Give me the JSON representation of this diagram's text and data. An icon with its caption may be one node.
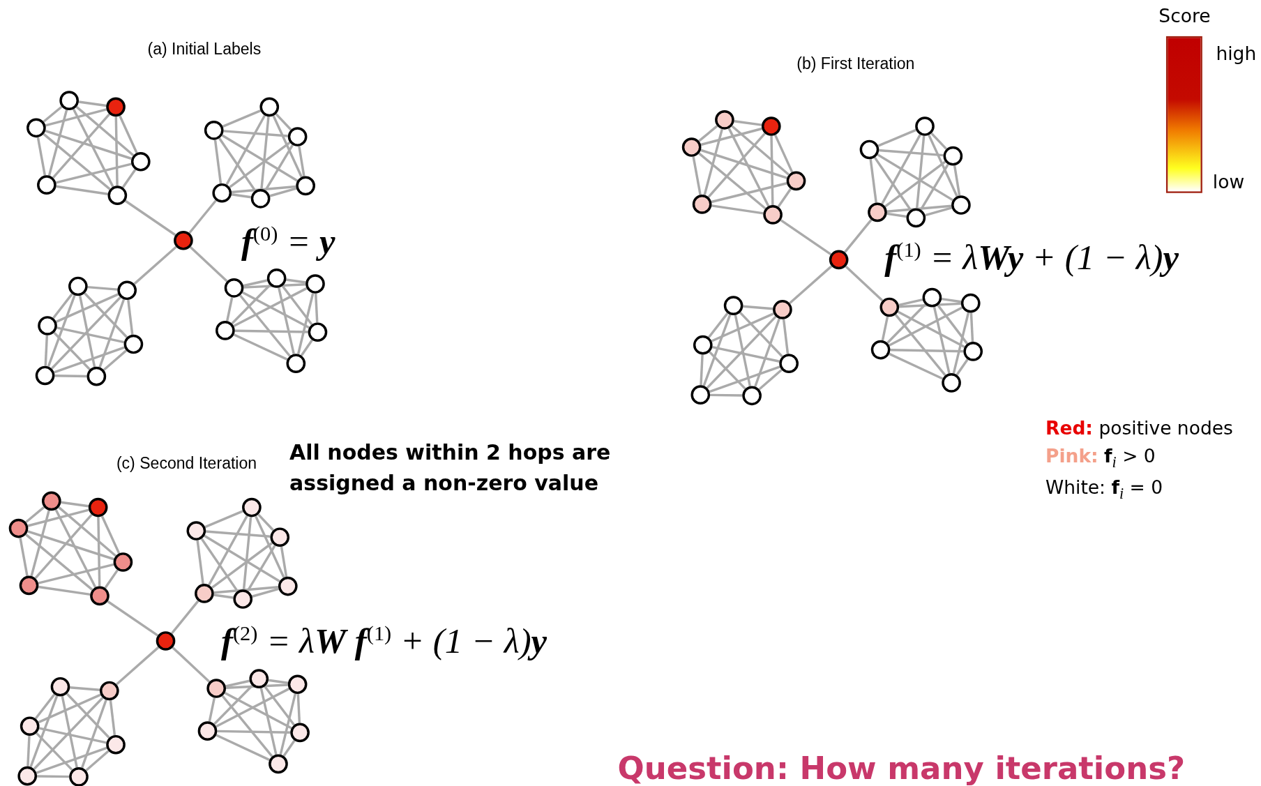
{
  "diagram": {
    "nodes": [
      {
        "text": [],
        "shape": "circle"
      },
      {
        "text": [],
        "shape": "circle"
      },
      {
        "text": [],
        "shape": "circle"
      },
      {
        "text": [],
        "shape": "circle"
      },
      {
        "text": [],
        "shape": "circle"
      },
      {
        "text": [],
        "shape": "circle"
      },
      {
        "text": [],
        "shape": "circle"
      },
      {
        "text": [],
        "shape": "circle"
      },
      {
        "text": [],
        "shape": "circle"
      },
      {
        "text": [],
        "shape": "circle"
      },
      {
        "text": [],
        "shape": "circle"
      },
      {
        "text": [],
        "shape": "circle"
      },
      {
        "text": [],
        "shape": "circle"
      },
      {
        "text": [],
        "shape": "circle"
      },
      {
        "text": [],
        "shape": "circle"
      },
      {
        "text": [],
        "shape": "circle"
      },
      {
        "text": [],
        "shape": "circle"
      },
      {
        "text": [],
        "shape": "circle"
      },
      {
        "text": [],
        "shape": "circle"
      },
      {
        "text": [],
        "shape": "circle"
      },
      {
        "text": [],
        "shape": "circle"
      },
      {
        "text": [],
        "shape": "circle"
      },
      {
        "text": [],
        "shape": "circle"
      },
      {
        "text": [],
        "shape": "circle"
      },
      {
        "text": [],
        "shape": "circle"
      },
      {
        "text": [],
        "shape": "circle"
      },
      {
        "text": [],
        "shape": "circle"
      },
      {
        "text": [],
        "shape": "circle"
      },
      {
        "text": [],
        "shape": "circle"
      },
      {
        "text": [],
        "shape": "circle"
      },
      {
        "text": [],
        "shape": "circle"
      },
      {
        "text": [],
        "shape": "circle"
      },
      {
        "text": [],
        "shape": "circle"
      },
      {
        "text": [],
        "shape": "circle"
      },
      {
        "text": [],
        "shape": "circle"
      },
      {
        "text": [],
        "shape": "circle"
      },
      {
        "text": [],
        "shape": "circle"
      },
      {
        "text": [],
        "shape": "circle"
      },
      {
        "text": [],
        "shape": "circle"
      },
      {
        "text": [],
        "shape": "circle"
      },
      {
        "text": [],
        "shape": "circle"
      },
      {
        "text": [],
        "shape": "circle"
      },
      {
        "text": [],
        "shape": "circle"
      },
      {
        "text": [],
        "shape": "circle"
      },
      {
        "text": [],
        "shape": "circle"
      },
      {
        "text": [],
        "shape": "circle"
      },
      {
        "text": [],
        "shape": "circle"
      },
      {
        "text": [],
        "shape": "circle"
      },
      {
        "text": [],
        "shape": "circle"
      },
      {
        "text": [],
        "shape": "circle"
      },
      {
        "text": [],
        "shape": "circle"
      },
      {
        "text": [],
        "shape": "circle"
      },
      {
        "text": [],
        "shape": "circle"
      },
      {
        "text": [],
        "shape": "circle"
      },
      {
        "text": [],
        "shape": "circle"
      },
      {
        "text": [],
        "shape": "circle"
      },
      {
        "text": [],
        "shape": "circle"
      },
      {
        "text": [],
        "shape": "circle"
      },
      {
        "text": [],
        "shape": "circle"
      },
      {
        "text": [],
        "shape": "circle"
      },
      {
        "text": [],
        "shape": "circle"
      },
      {
        "text": [],
        "shape": "circle"
      },
      {
        "text": [],
        "shape": "circle"
      },
      {
        "text": [],
        "shape": "circle"
      },
      {
        "text": [],
        "shape": "circle"
      },
      {
        "text": [],
        "shape": "circle"
      },
      {
        "text": [],
        "shape": "circle"
      },
      {
        "text": [],
        "shape": "circle"
      },
      {
        "text": [],
        "shape": "circle"
      },
      {
        "text": [],
        "shape": "circle"
      },
      {
        "text": [],
        "shape": "circle"
      },
      {
        "text": [],
        "shape": "circle"
      },
      {
        "text": [],
        "shape": "circle"
      },
      {
        "text": [],
        "shape": "circle"
      },
      {
        "text": [],
        "shape": "circle"
      },
      {
        "text": [],
        "shape": "bar",
        "beside": [
          "Score",
          "high",
          "low"
        ]
      }
    ],
    "edges": [
      {
        "from": 0,
        "to": 4,
        "arrow": "none"
      },
      {
        "from": 0,
        "to": 11,
        "arrow": "none"
      },
      {
        "from": 0,
        "to": 14,
        "arrow": "none"
      },
      {
        "from": 0,
        "to": 24,
        "arrow": "none"
      },
      {
        "from": 1,
        "to": 2,
        "arrow": "none"
      },
      {
        "from": 1,
        "to": 3,
        "arrow": "none"
      },
      {
        "from": 1,
        "to": 4,
        "arrow": "none"
      },
      {
        "from": 1,
        "to": 5,
        "arrow": "none"
      },
      {
        "from": 1,
        "to": 6,
        "arrow": "none"
      },
      {
        "from": 2,
        "to": 3,
        "arrow": "none"
      },
      {
        "from": 2,
        "to": 4,
        "arrow": "none"
      },
      {
        "from": 2,
        "to": 5,
        "arrow": "none"
      },
      {
        "from": 2,
        "to": 6,
        "arrow": "none"
      },
      {
        "from": 3,
        "to": 4,
        "arrow": "none"
      },
      {
        "from": 3,
        "to": 5,
        "arrow": "none"
      },
      {
        "from": 3,
        "to": 6,
        "arrow": "none"
      },
      {
        "from": 4,
        "to": 5,
        "arrow": "none"
      },
      {
        "from": 4,
        "to": 6,
        "arrow": "none"
      },
      {
        "from": 5,
        "to": 6,
        "arrow": "none"
      },
      {
        "from": 7,
        "to": 8,
        "arrow": "none"
      },
      {
        "from": 7,
        "to": 9,
        "arrow": "none"
      },
      {
        "from": 7,
        "to": 10,
        "arrow": "none"
      },
      {
        "from": 7,
        "to": 11,
        "arrow": "none"
      },
      {
        "from": 7,
        "to": 12,
        "arrow": "none"
      },
      {
        "from": 8,
        "to": 9,
        "arrow": "none"
      },
      {
        "from": 8,
        "to": 10,
        "arrow": "none"
      },
      {
        "from": 8,
        "to": 11,
        "arrow": "none"
      },
      {
        "from": 8,
        "to": 12,
        "arrow": "none"
      },
      {
        "from": 9,
        "to": 10,
        "arrow": "none"
      },
      {
        "from": 9,
        "to": 11,
        "arrow": "none"
      },
      {
        "from": 9,
        "to": 12,
        "arrow": "none"
      },
      {
        "from": 10,
        "to": 11,
        "arrow": "none"
      },
      {
        "from": 10,
        "to": 12,
        "arrow": "none"
      },
      {
        "from": 11,
        "to": 12,
        "arrow": "none"
      },
      {
        "from": 13,
        "to": 14,
        "arrow": "none"
      },
      {
        "from": 13,
        "to": 15,
        "arrow": "none"
      },
      {
        "from": 13,
        "to": 16,
        "arrow": "none"
      },
      {
        "from": 13,
        "to": 17,
        "arrow": "none"
      },
      {
        "from": 13,
        "to": 18,
        "arrow": "none"
      },
      {
        "from": 14,
        "to": 15,
        "arrow": "none"
      },
      {
        "from": 14,
        "to": 16,
        "arrow": "none"
      },
      {
        "from": 14,
        "to": 17,
        "arrow": "none"
      },
      {
        "from": 14,
        "to": 18,
        "arrow": "none"
      },
      {
        "from": 15,
        "to": 16,
        "arrow": "none"
      },
      {
        "from": 15,
        "to": 17,
        "arrow": "none"
      },
      {
        "from": 15,
        "to": 18,
        "arrow": "none"
      },
      {
        "from": 16,
        "to": 17,
        "arrow": "none"
      },
      {
        "from": 16,
        "to": 18,
        "arrow": "none"
      },
      {
        "from": 17,
        "to": 18,
        "arrow": "none"
      },
      {
        "from": 19,
        "to": 20,
        "arrow": "none"
      },
      {
        "from": 19,
        "to": 21,
        "arrow": "none"
      },
      {
        "from": 19,
        "to": 22,
        "arrow": "none"
      },
      {
        "from": 19,
        "to": 23,
        "arrow": "none"
      },
      {
        "from": 19,
        "to": 24,
        "arrow": "none"
      },
      {
        "from": 20,
        "to": 21,
        "arrow": "none"
      },
      {
        "from": 20,
        "to": 22,
        "arrow": "none"
      },
      {
        "from": 20,
        "to": 23,
        "arrow": "none"
      },
      {
        "from": 20,
        "to": 24,
        "arrow": "none"
      },
      {
        "from": 21,
        "to": 22,
        "arrow": "none"
      },
      {
        "from": 21,
        "to": 23,
        "arrow": "none"
      },
      {
        "from": 21,
        "to": 24,
        "arrow": "none"
      },
      {
        "from": 22,
        "to": 23,
        "arrow": "none"
      },
      {
        "from": 22,
        "to": 24,
        "arrow": "none"
      },
      {
        "from": 23,
        "to": 24,
        "arrow": "none"
      },
      {
        "from": 25,
        "to": 29,
        "arrow": "none"
      },
      {
        "from": 25,
        "to": 36,
        "arrow": "none"
      },
      {
        "from": 25,
        "to": 39,
        "arrow": "none"
      },
      {
        "from": 25,
        "to": 49,
        "arrow": "none"
      },
      {
        "from": 26,
        "to": 27,
        "arrow": "none"
      },
      {
        "from": 26,
        "to": 28,
        "arrow": "none"
      },
      {
        "from": 26,
        "to": 29,
        "arrow": "none"
      },
      {
        "from": 26,
        "to": 30,
        "arrow": "none"
      },
      {
        "from": 26,
        "to": 31,
        "arrow": "none"
      },
      {
        "from": 27,
        "to": 28,
        "arrow": "none"
      },
      {
        "from": 27,
        "to": 29,
        "arrow": "none"
      },
      {
        "from": 27,
        "to": 30,
        "arrow": "none"
      },
      {
        "from": 27,
        "to": 31,
        "arrow": "none"
      },
      {
        "from": 28,
        "to": 29,
        "arrow": "none"
      },
      {
        "from": 28,
        "to": 30,
        "arrow": "none"
      },
      {
        "from": 28,
        "to": 31,
        "arrow": "none"
      },
      {
        "from": 29,
        "to": 30,
        "arrow": "none"
      },
      {
        "from": 29,
        "to": 31,
        "arrow": "none"
      },
      {
        "from": 30,
        "to": 31,
        "arrow": "none"
      },
      {
        "from": 32,
        "to": 33,
        "arrow": "none"
      },
      {
        "from": 32,
        "to": 34,
        "arrow": "none"
      },
      {
        "from": 32,
        "to": 35,
        "arrow": "none"
      },
      {
        "from": 32,
        "to": 36,
        "arrow": "none"
      },
      {
        "from": 32,
        "to": 37,
        "arrow": "none"
      },
      {
        "from": 33,
        "to": 34,
        "arrow": "none"
      },
      {
        "from": 33,
        "to": 35,
        "arrow": "none"
      },
      {
        "from": 33,
        "to": 36,
        "arrow": "none"
      },
      {
        "from": 33,
        "to": 37,
        "arrow": "none"
      },
      {
        "from": 34,
        "to": 35,
        "arrow": "none"
      },
      {
        "from": 34,
        "to": 36,
        "arrow": "none"
      },
      {
        "from": 34,
        "to": 37,
        "arrow": "none"
      },
      {
        "from": 35,
        "to": 36,
        "arrow": "none"
      },
      {
        "from": 35,
        "to": 37,
        "arrow": "none"
      },
      {
        "from": 36,
        "to": 37,
        "arrow": "none"
      },
      {
        "from": 38,
        "to": 39,
        "arrow": "none"
      },
      {
        "from": 38,
        "to": 40,
        "arrow": "none"
      },
      {
        "from": 38,
        "to": 41,
        "arrow": "none"
      },
      {
        "from": 38,
        "to": 42,
        "arrow": "none"
      },
      {
        "from": 38,
        "to": 43,
        "arrow": "none"
      },
      {
        "from": 39,
        "to": 40,
        "arrow": "none"
      },
      {
        "from": 39,
        "to": 41,
        "arrow": "none"
      },
      {
        "from": 39,
        "to": 42,
        "arrow": "none"
      },
      {
        "from": 39,
        "to": 43,
        "arrow": "none"
      },
      {
        "from": 40,
        "to": 41,
        "arrow": "none"
      },
      {
        "from": 40,
        "to": 42,
        "arrow": "none"
      },
      {
        "from": 40,
        "to": 43,
        "arrow": "none"
      },
      {
        "from": 41,
        "to": 42,
        "arrow": "none"
      },
      {
        "from": 41,
        "to": 43,
        "arrow": "none"
      },
      {
        "from": 42,
        "to": 43,
        "arrow": "none"
      },
      {
        "from": 44,
        "to": 45,
        "arrow": "none"
      },
      {
        "from": 44,
        "to": 46,
        "arrow": "none"
      },
      {
        "from": 44,
        "to": 47,
        "arrow": "none"
      },
      {
        "from": 44,
        "to": 48,
        "arrow": "none"
      },
      {
        "from": 44,
        "to": 49,
        "arrow": "none"
      },
      {
        "from": 45,
        "to": 46,
        "arrow": "none"
      },
      {
        "from": 45,
        "to": 47,
        "arrow": "none"
      },
      {
        "from": 45,
        "to": 48,
        "arrow": "none"
      },
      {
        "from": 45,
        "to": 49,
        "arrow": "none"
      },
      {
        "from": 46,
        "to": 47,
        "arrow": "none"
      },
      {
        "from": 46,
        "to": 48,
        "arrow": "none"
      },
      {
        "from": 46,
        "to": 49,
        "arrow": "none"
      },
      {
        "from": 47,
        "to": 48,
        "arrow": "none"
      },
      {
        "from": 47,
        "to": 49,
        "arrow": "none"
      },
      {
        "from": 48,
        "to": 49,
        "arrow": "none"
      },
      {
        "from": 50,
        "to": 54,
        "arrow": "none"
      },
      {
        "from": 50,
        "to": 61,
        "arrow": "none"
      },
      {
        "from": 50,
        "to": 64,
        "arrow": "none"
      },
      {
        "from": 50,
        "to": 74,
        "arrow": "none"
      },
      {
        "from": 51,
        "to": 52,
        "arrow": "none"
      },
      {
        "from": 51,
        "to": 53,
        "arrow": "none"
      },
      {
        "from": 51,
        "to": 54,
        "arrow": "none"
      },
      {
        "from": 51,
        "to": 55,
        "arrow": "none"
      },
      {
        "from": 51,
        "to": 56,
        "arrow": "none"
      },
      {
        "from": 52,
        "to": 53,
        "arrow": "none"
      },
      {
        "from": 52,
        "to": 54,
        "arrow": "none"
      },
      {
        "from": 52,
        "to": 55,
        "arrow": "none"
      },
      {
        "from": 52,
        "to": 56,
        "arrow": "none"
      },
      {
        "from": 53,
        "to": 54,
        "arrow": "none"
      },
      {
        "from": 53,
        "to": 55,
        "arrow": "none"
      },
      {
        "from": 53,
        "to": 56,
        "arrow": "none"
      },
      {
        "from": 54,
        "to": 55,
        "arrow": "none"
      },
      {
        "from": 54,
        "to": 56,
        "arrow": "none"
      },
      {
        "from": 55,
        "to": 56,
        "arrow": "none"
      },
      {
        "from": 57,
        "to": 58,
        "arrow": "none"
      },
      {
        "from": 57,
        "to": 59,
        "arrow": "none"
      },
      {
        "from": 57,
        "to": 60,
        "arrow": "none"
      },
      {
        "from": 57,
        "to": 61,
        "arrow": "none"
      },
      {
        "from": 57,
        "to": 62,
        "arrow": "none"
      },
      {
        "from": 58,
        "to": 59,
        "arrow": "none"
      },
      {
        "from": 58,
        "to": 60,
        "arrow": "none"
      },
      {
        "from": 58,
        "to": 61,
        "arrow": "none"
      },
      {
        "from": 58,
        "to": 62,
        "arrow": "none"
      },
      {
        "from": 59,
        "to": 60,
        "arrow": "none"
      },
      {
        "from": 59,
        "to": 61,
        "arrow": "none"
      },
      {
        "from": 59,
        "to": 62,
        "arrow": "none"
      },
      {
        "from": 60,
        "to": 61,
        "arrow": "none"
      },
      {
        "from": 60,
        "to": 62,
        "arrow": "none"
      },
      {
        "from": 61,
        "to": 62,
        "arrow": "none"
      },
      {
        "from": 63,
        "to": 64,
        "arrow": "none"
      },
      {
        "from": 63,
        "to": 65,
        "arrow": "none"
      },
      {
        "from": 63,
        "to": 66,
        "arrow": "none"
      },
      {
        "from": 63,
        "to": 67,
        "arrow": "none"
      },
      {
        "from": 63,
        "to": 68,
        "arrow": "none"
      },
      {
        "from": 64,
        "to": 65,
        "arrow": "none"
      },
      {
        "from": 64,
        "to": 66,
        "arrow": "none"
      },
      {
        "from": 64,
        "to": 67,
        "arrow": "none"
      },
      {
        "from": 64,
        "to": 68,
        "arrow": "none"
      },
      {
        "from": 65,
        "to": 66,
        "arrow": "none"
      },
      {
        "from": 65,
        "to": 67,
        "arrow": "none"
      },
      {
        "from": 65,
        "to": 68,
        "arrow": "none"
      },
      {
        "from": 66,
        "to": 67,
        "arrow": "none"
      },
      {
        "from": 66,
        "to": 68,
        "arrow": "none"
      },
      {
        "from": 67,
        "to": 68,
        "arrow": "none"
      },
      {
        "from": 69,
        "to": 70,
        "arrow": "none"
      },
      {
        "from": 69,
        "to": 71,
        "arrow": "none"
      },
      {
        "from": 69,
        "to": 72,
        "arrow": "none"
      },
      {
        "from": 69,
        "to": 73,
        "arrow": "none"
      },
      {
        "from": 69,
        "to": 74,
        "arrow": "none"
      },
      {
        "from": 70,
        "to": 71,
        "arrow": "none"
      },
      {
        "from": 70,
        "to": 72,
        "arrow": "none"
      },
      {
        "from": 70,
        "to": 73,
        "arrow": "none"
      },
      {
        "from": 70,
        "to": 74,
        "arrow": "none"
      },
      {
        "from": 71,
        "to": 72,
        "arrow": "none"
      },
      {
        "from": 71,
        "to": 73,
        "arrow": "none"
      },
      {
        "from": 71,
        "to": 74,
        "arrow": "none"
      },
      {
        "from": 72,
        "to": 73,
        "arrow": "none"
      },
      {
        "from": 72,
        "to": 74,
        "arrow": "none"
      },
      {
        "from": 73,
        "to": 74,
        "arrow": "none"
      }
    ],
    "labels": [
      "(a) Initial Labels",
      "**f**$^{(0)}$ = **y**",
      "(b) First Iteration",
      "**f**$^{(1)}$ = λ**Wy** + (1 − λ)**y**",
      "**Red:** positive nodes",
      "**Pink:** **f**$_{i}$ > 0",
      "White: **f**$_{i}$ = 0",
      "(c) Second Iteration",
      "All nodes within 2 hops are assigned a non-zero value",
      "**f**$^{(2)}$ = λ**W** **f**$^{(1)}$ + (1 − λ)**y**",
      "Question: How many iterations?"
    ]
  }
}
